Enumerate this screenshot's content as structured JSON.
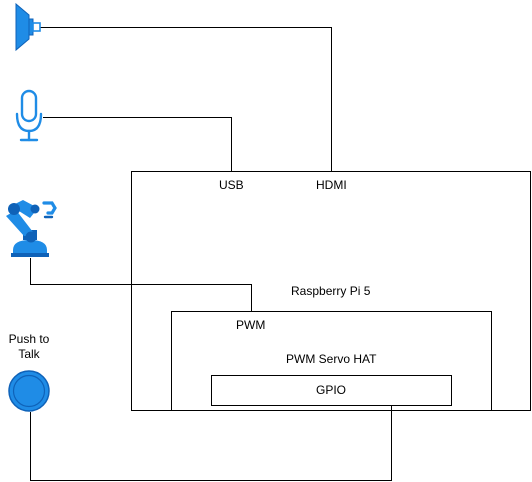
{
  "labels": {
    "usb": "USB",
    "hdmi": "HDMI",
    "raspberry_pi": "Raspberry Pi 5",
    "pwm": "PWM",
    "pwm_servo_hat": "PWM Servo HAT",
    "gpio": "GPIO",
    "push_to_talk_line1": "Push to",
    "push_to_talk_line2": "Talk"
  },
  "icons": {
    "speaker": "speaker-icon",
    "microphone": "microphone-icon",
    "robot_arm": "robot-arm-icon",
    "button": "push-button-icon"
  },
  "colors": {
    "icon_blue": "#1f8ce6",
    "icon_dark_blue": "#0f62b8",
    "line": "#000000",
    "background": "#ffffff"
  }
}
